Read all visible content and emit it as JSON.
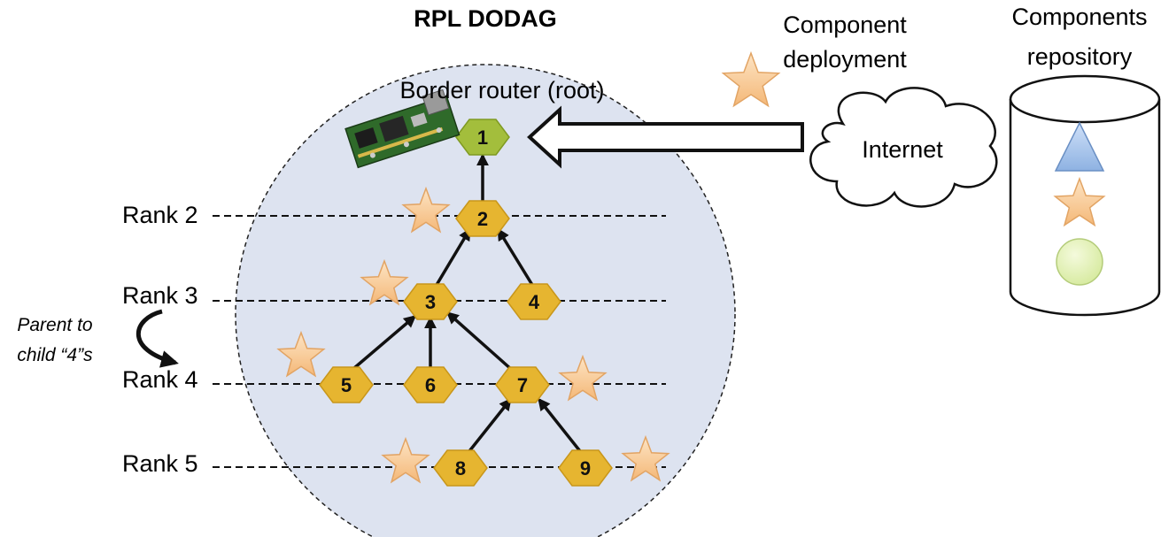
{
  "title": "RPL DODAG",
  "border_router_label": "Border router (root)",
  "deployment_label": [
    "Component",
    "deployment"
  ],
  "repository_label": [
    "Components",
    "repository"
  ],
  "internet_label": "Internet",
  "parent_note": [
    "Parent to",
    "child “4”s"
  ],
  "ranks": [
    "Rank 2",
    "Rank 3",
    "Rank 4",
    "Rank 5"
  ],
  "nodes": [
    "1",
    "2",
    "3",
    "4",
    "5",
    "6",
    "7",
    "8",
    "9"
  ],
  "colors": {
    "dodag_fill": "#dde3f0",
    "root_node": "#a3be3c",
    "node": "#e6b530",
    "star": "#f8d4a8",
    "triangle": "#a8c4ec",
    "circle": "#e4f2c0"
  }
}
